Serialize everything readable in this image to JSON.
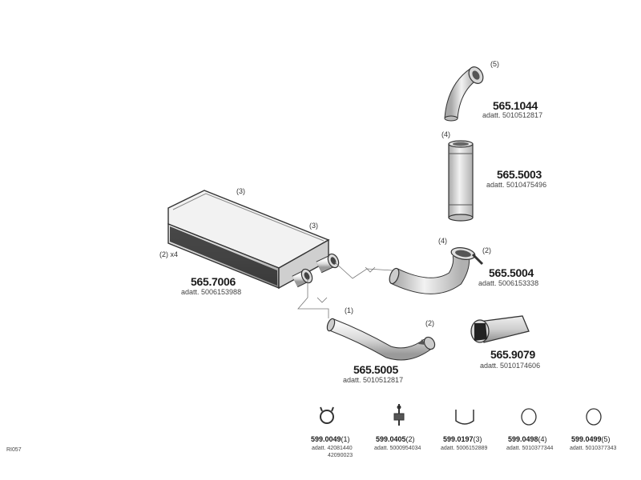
{
  "diagram": {
    "code": "RI057",
    "parts": {
      "p1044": {
        "number": "565.1044",
        "oem": "adatt. 5010512817",
        "qty": "(5)"
      },
      "p5003": {
        "number": "565.5003",
        "oem": "adatt. 5010475496",
        "qty": "(4)"
      },
      "p7006": {
        "number": "565.7006",
        "oem": "adatt. 5006153988",
        "qty_top": "(3)",
        "qty_side": "(3)",
        "qty_left": "(2) x4"
      },
      "p5004": {
        "number": "565.5004",
        "oem": "adatt. 5006153338",
        "qty_left": "(4)",
        "qty_right": "(2)"
      },
      "p9079": {
        "number": "565.9079",
        "oem": "adatt. 5010174606"
      },
      "p5005": {
        "number": "565.5005",
        "oem": "adatt. 5010512817",
        "qty_left": "(1)",
        "qty_right": "(2)"
      }
    },
    "small_parts": [
      {
        "number": "599.0049",
        "qty": "(1)",
        "oem": "adatt. 42081440",
        "oem2": "42090023"
      },
      {
        "number": "599.0405",
        "qty": "(2)",
        "oem": "adatt. 5000954034",
        "oem2": ""
      },
      {
        "number": "599.0197",
        "qty": "(3)",
        "oem": "adatt. 5006152889",
        "oem2": ""
      },
      {
        "number": "599.0498",
        "qty": "(4)",
        "oem": "adatt. 5010377344",
        "oem2": ""
      },
      {
        "number": "599.0499",
        "qty": "(5)",
        "oem": "adatt. 5010377343",
        "oem2": ""
      }
    ]
  }
}
